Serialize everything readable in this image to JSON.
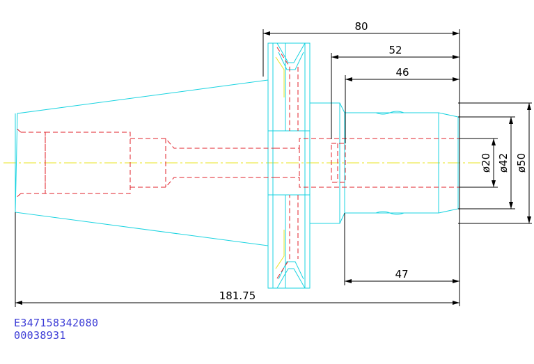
{
  "dimensions": {
    "d80": "80",
    "d52": "52",
    "d46": "46",
    "d47": "47",
    "d181": "181.75",
    "dia20": "ø20",
    "dia42": "ø42",
    "dia50": "ø50"
  },
  "codes": {
    "line1": "E347158342080",
    "line2": "00038931"
  },
  "colors": {
    "outline": "#19d3e0",
    "hidden": "#e0202a",
    "centerline": "#e9e420",
    "dimension": "#000000",
    "code_text": "#3b3bd6"
  }
}
